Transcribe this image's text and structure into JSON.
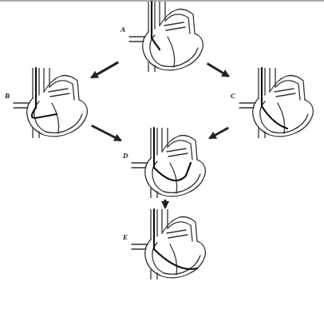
{
  "diagram": {
    "nodes": [
      {
        "text": [
          "A"
        ]
      },
      {
        "text": [
          "B"
        ]
      },
      {
        "text": [
          "C"
        ]
      },
      {
        "text": [
          "D"
        ]
      },
      {
        "text": [
          "E"
        ]
      }
    ],
    "edges": [
      {
        "from": 0,
        "to": 1,
        "arrow": "to"
      },
      {
        "from": 0,
        "to": 2,
        "arrow": "to"
      },
      {
        "from": 1,
        "to": 3,
        "arrow": "to"
      },
      {
        "from": 2,
        "to": 3,
        "arrow": "to"
      },
      {
        "from": 3,
        "to": 4,
        "arrow": "to"
      }
    ]
  }
}
